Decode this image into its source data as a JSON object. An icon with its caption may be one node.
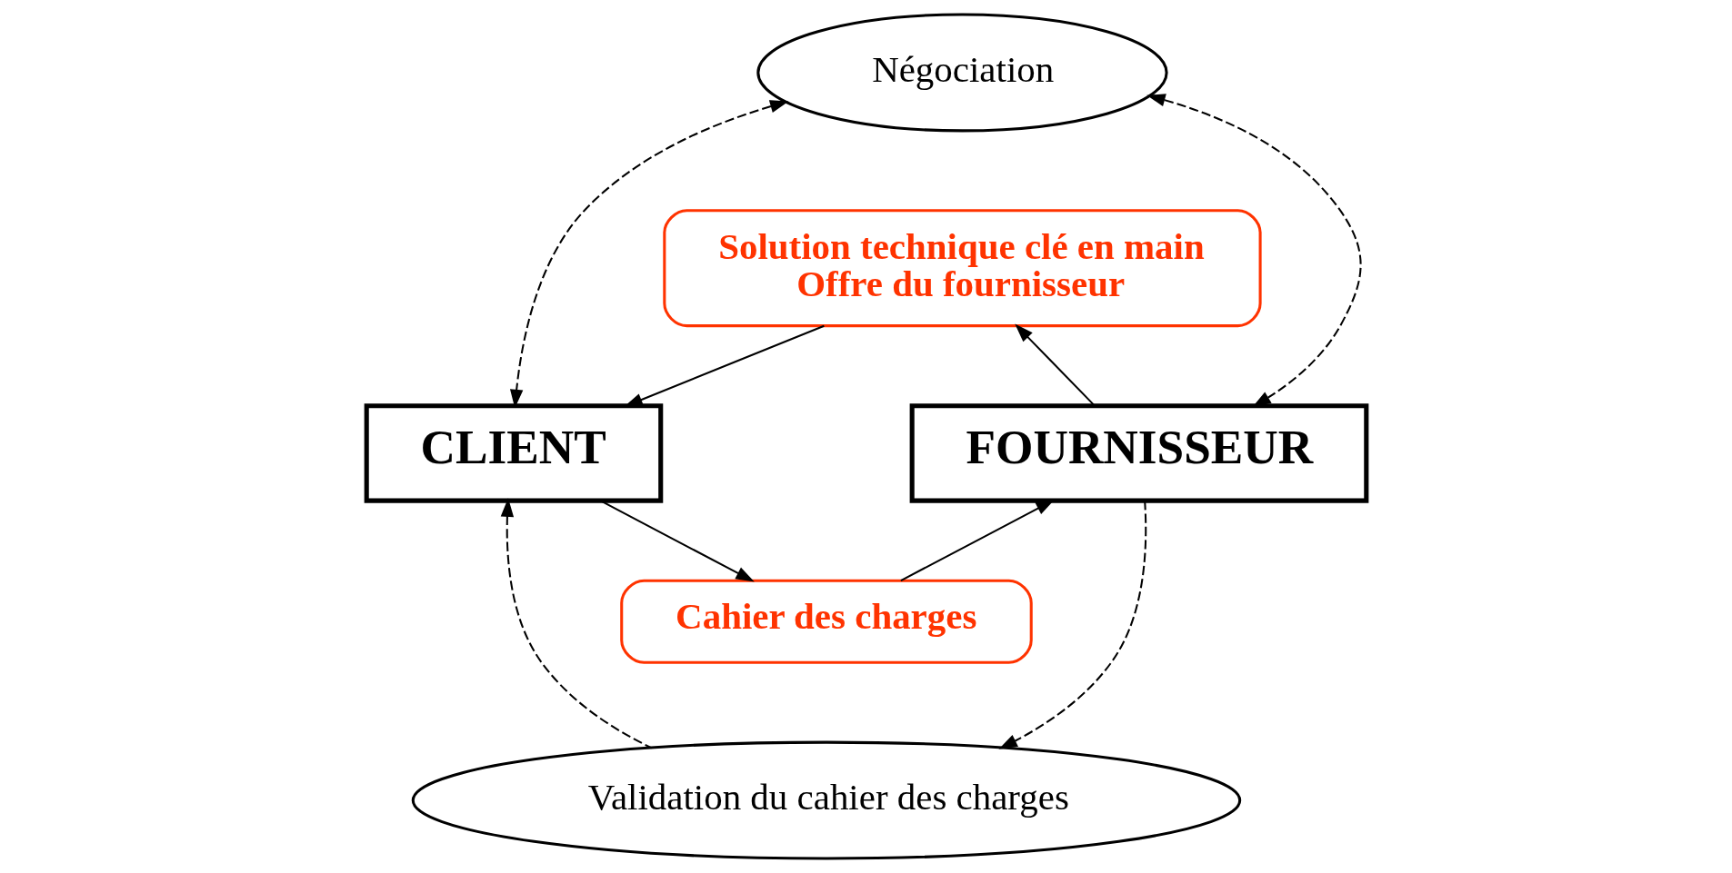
{
  "diagram": {
    "nodes": [
      {
        "text": [
          "Négociation"
        ]
      },
      {
        "text": [
          "Solution technique clé en main",
          "Offre du fournisseur"
        ]
      },
      {
        "text": [
          "CLIENT"
        ]
      },
      {
        "text": [
          "FOURNISSEUR"
        ]
      },
      {
        "text": [
          "Cahier des charges"
        ]
      },
      {
        "text": [
          "Validation du cahier des charges"
        ]
      }
    ],
    "edges": [
      {
        "from": 0,
        "to": 2,
        "arrow": "both",
        "style": "dashed"
      },
      {
        "from": 0,
        "to": 3,
        "arrow": "both",
        "style": "dashed"
      },
      {
        "from": 3,
        "to": 1,
        "arrow": "to"
      },
      {
        "from": 1,
        "to": 2,
        "arrow": "to"
      },
      {
        "from": 2,
        "to": 4,
        "arrow": "to"
      },
      {
        "from": 4,
        "to": 3,
        "arrow": "to"
      },
      {
        "from": 3,
        "to": 5,
        "arrow": "to",
        "style": "dashed"
      },
      {
        "from": 5,
        "to": 2,
        "arrow": "to",
        "style": "dashed"
      }
    ]
  }
}
